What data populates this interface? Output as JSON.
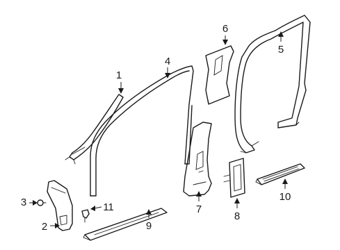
{
  "diagram": {
    "callouts": [
      {
        "id": "1",
        "text": "1"
      },
      {
        "id": "2",
        "text": "2"
      },
      {
        "id": "3",
        "text": "3"
      },
      {
        "id": "4",
        "text": "4"
      },
      {
        "id": "5",
        "text": "5"
      },
      {
        "id": "6",
        "text": "6"
      },
      {
        "id": "7",
        "text": "7"
      },
      {
        "id": "8",
        "text": "8"
      },
      {
        "id": "9",
        "text": "9"
      },
      {
        "id": "10",
        "text": "10"
      },
      {
        "id": "11",
        "text": "11"
      }
    ],
    "colors": {
      "line": "#1a1a1a",
      "background": "#ffffff"
    }
  }
}
